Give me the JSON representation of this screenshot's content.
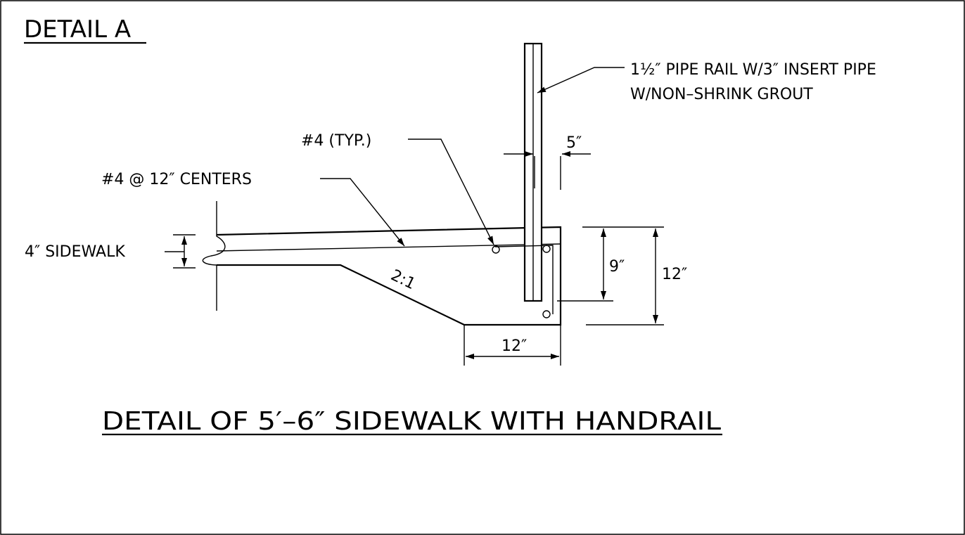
{
  "drawing": {
    "detail_label": "DETAIL A",
    "title": "DETAIL OF 5′–6″ SIDEWALK WITH  HANDRAIL",
    "callouts": {
      "pipe_rail_line1": "1½″ PIPE RAIL W/3″ INSERT PIPE",
      "pipe_rail_line2": "W/NON–SHRINK  GROUT",
      "rebar_typ": "#4  (TYP.)",
      "rebar_centers": "#4  @   12″ CENTERS",
      "sidewalk": "4″ SIDEWALK",
      "slope": "2:1"
    },
    "dimensions": {
      "post_offset": "5″",
      "depth_inner": "9″",
      "depth_total": "12″",
      "base_width": "12″"
    },
    "line_color": "#000000",
    "background": "#ffffff"
  }
}
